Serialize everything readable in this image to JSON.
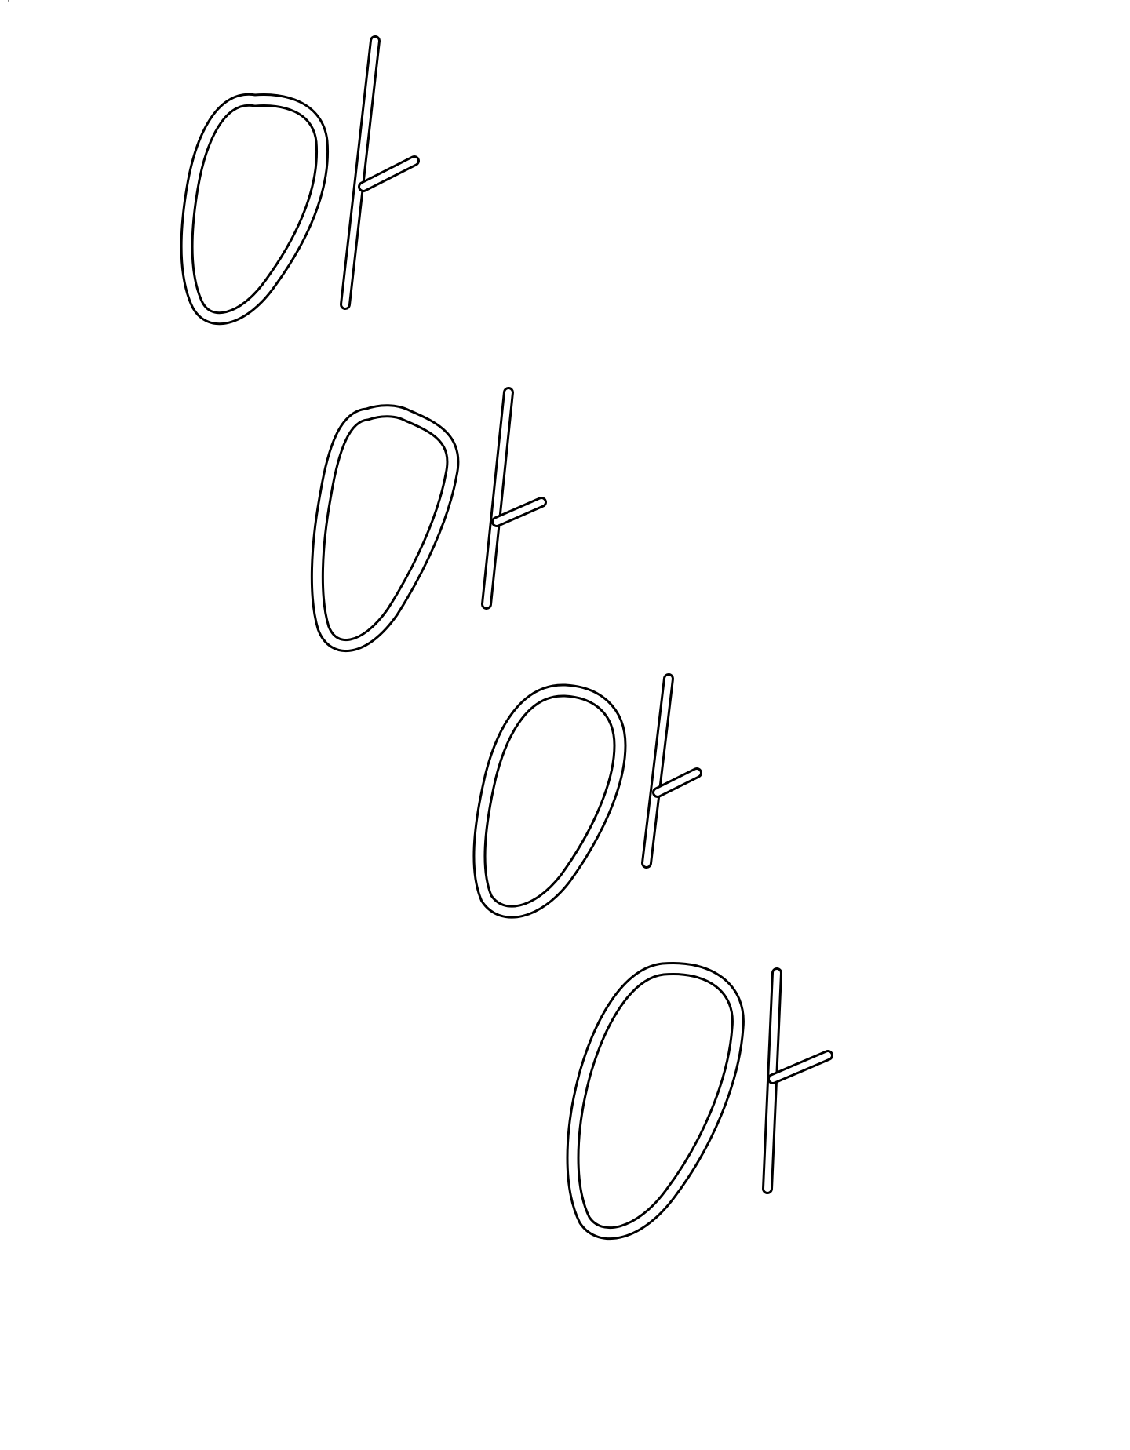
{
  "page": {
    "background": "#ffffff",
    "stroke_color": "#000000",
    "fill_color": "#ffffff"
  },
  "glyphs": [
    {
      "char": "아"
    },
    {
      "char": "아"
    },
    {
      "char": "아"
    },
    {
      "char": "아"
    }
  ]
}
